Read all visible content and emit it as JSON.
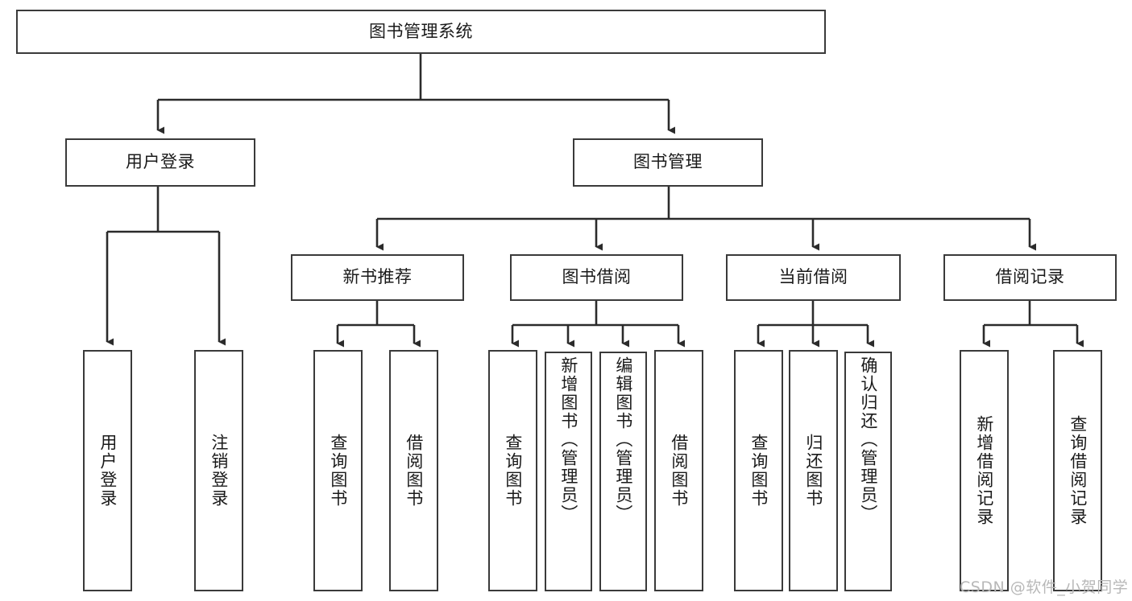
{
  "diagram": {
    "title": "图书管理系统",
    "type": "tree",
    "root": {
      "id": "root",
      "label": "图书管理系统"
    },
    "level2": [
      {
        "id": "user-login",
        "label": "用户登录"
      },
      {
        "id": "book-manage",
        "label": "图书管理"
      }
    ],
    "level3": [
      {
        "id": "new-book-rec",
        "label": "新书推荐"
      },
      {
        "id": "book-borrow",
        "label": "图书借阅"
      },
      {
        "id": "current-borrow",
        "label": "当前借阅"
      },
      {
        "id": "borrow-record",
        "label": "借阅记录"
      }
    ],
    "leaves": [
      {
        "id": "leaf-user-login",
        "parent": "user-login",
        "label": "用户登录"
      },
      {
        "id": "leaf-user-logout",
        "parent": "user-login",
        "label": "注销登录"
      },
      {
        "id": "leaf-query-book-1",
        "parent": "new-book-rec",
        "label": "查询图书"
      },
      {
        "id": "leaf-borrow-book-1",
        "parent": "new-book-rec",
        "label": "借阅图书"
      },
      {
        "id": "leaf-query-book-2",
        "parent": "book-borrow",
        "label": "查询图书"
      },
      {
        "id": "leaf-add-book",
        "parent": "book-borrow",
        "label": "新增图书（管理员）"
      },
      {
        "id": "leaf-edit-book",
        "parent": "book-borrow",
        "label": "编辑图书（管理员）"
      },
      {
        "id": "leaf-borrow-book-2",
        "parent": "book-borrow",
        "label": "借阅图书"
      },
      {
        "id": "leaf-query-book-3",
        "parent": "current-borrow",
        "label": "查询图书"
      },
      {
        "id": "leaf-return-book",
        "parent": "current-borrow",
        "label": "归还图书"
      },
      {
        "id": "leaf-confirm-return",
        "parent": "current-borrow",
        "label": "确认归还（管理员）"
      },
      {
        "id": "leaf-add-record",
        "parent": "borrow-record",
        "label": "新增借阅记录"
      },
      {
        "id": "leaf-query-record",
        "parent": "borrow-record",
        "label": "查询借阅记录"
      }
    ]
  },
  "watermark": {
    "text": "CSDN @软件_小贺同学"
  },
  "colors": {
    "border": "#3a3a3a",
    "background": "#ffffff",
    "text": "#1a1a1a",
    "watermark": "#b8b8b8"
  }
}
